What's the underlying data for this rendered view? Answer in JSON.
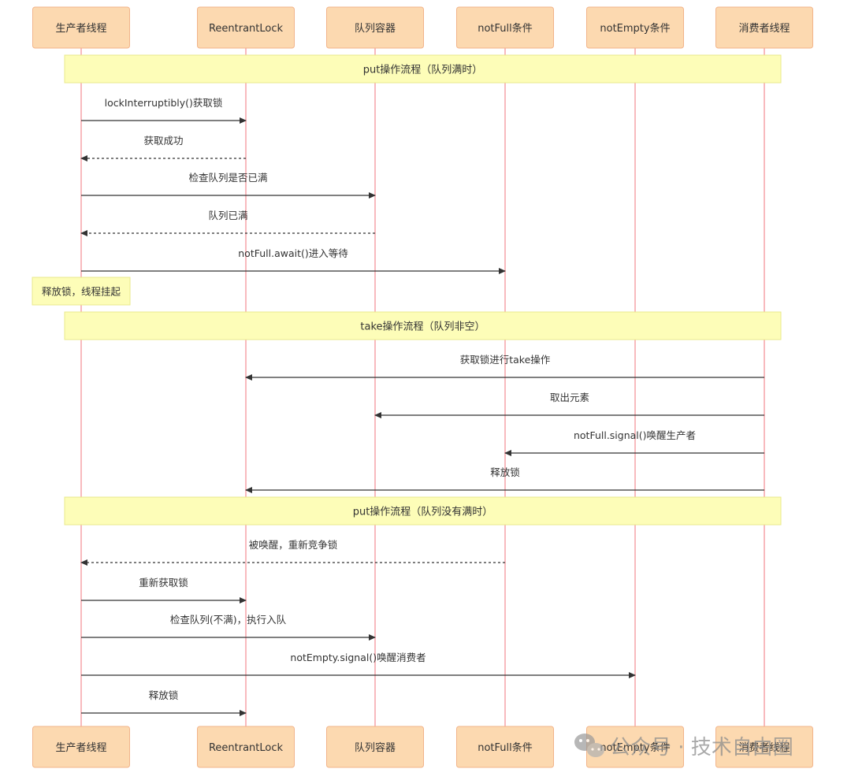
{
  "actors": [
    {
      "id": "producer",
      "label": "生产者线程"
    },
    {
      "id": "lock",
      "label": "ReentrantLock"
    },
    {
      "id": "queue",
      "label": "队列容器"
    },
    {
      "id": "notFull",
      "label": "notFull条件"
    },
    {
      "id": "notEmpty",
      "label": "notEmpty条件"
    },
    {
      "id": "consumer",
      "label": "消费者线程"
    }
  ],
  "sections": [
    {
      "title": "put操作流程（队列满时）",
      "messages": [
        {
          "from": "producer",
          "to": "lock",
          "label": "lockInterruptibly()获取锁",
          "style": "solid"
        },
        {
          "from": "lock",
          "to": "producer",
          "label": "获取成功",
          "style": "dashed"
        },
        {
          "from": "producer",
          "to": "queue",
          "label": "检查队列是否已满",
          "style": "solid"
        },
        {
          "from": "queue",
          "to": "producer",
          "label": "队列已满",
          "style": "dashed"
        },
        {
          "from": "producer",
          "to": "notFull",
          "label": "notFull.await()进入等待",
          "style": "solid"
        }
      ],
      "note": {
        "over": "producer",
        "text": "释放锁，线程挂起"
      }
    },
    {
      "title": "take操作流程（队列非空）",
      "messages": [
        {
          "from": "consumer",
          "to": "lock",
          "label": "获取锁进行take操作",
          "style": "solid"
        },
        {
          "from": "consumer",
          "to": "queue",
          "label": "取出元素",
          "style": "solid"
        },
        {
          "from": "consumer",
          "to": "notFull",
          "label": "notFull.signal()唤醒生产者",
          "style": "solid"
        },
        {
          "from": "consumer",
          "to": "lock",
          "label": "释放锁",
          "style": "solid"
        }
      ]
    },
    {
      "title": "put操作流程（队列没有满时）",
      "messages": [
        {
          "from": "notFull",
          "to": "producer",
          "label": "被唤醒，重新竞争锁",
          "style": "dashed"
        },
        {
          "from": "producer",
          "to": "lock",
          "label": "重新获取锁",
          "style": "solid"
        },
        {
          "from": "producer",
          "to": "queue",
          "label": "检查队列(不满)，执行入队",
          "style": "solid"
        },
        {
          "from": "producer",
          "to": "notEmpty",
          "label": "notEmpty.signal()唤醒消费者",
          "style": "solid"
        },
        {
          "from": "producer",
          "to": "lock",
          "label": "释放锁",
          "style": "solid"
        }
      ]
    }
  ],
  "watermark": {
    "dot": "·",
    "text": "公众号 · 技术自由圈"
  }
}
